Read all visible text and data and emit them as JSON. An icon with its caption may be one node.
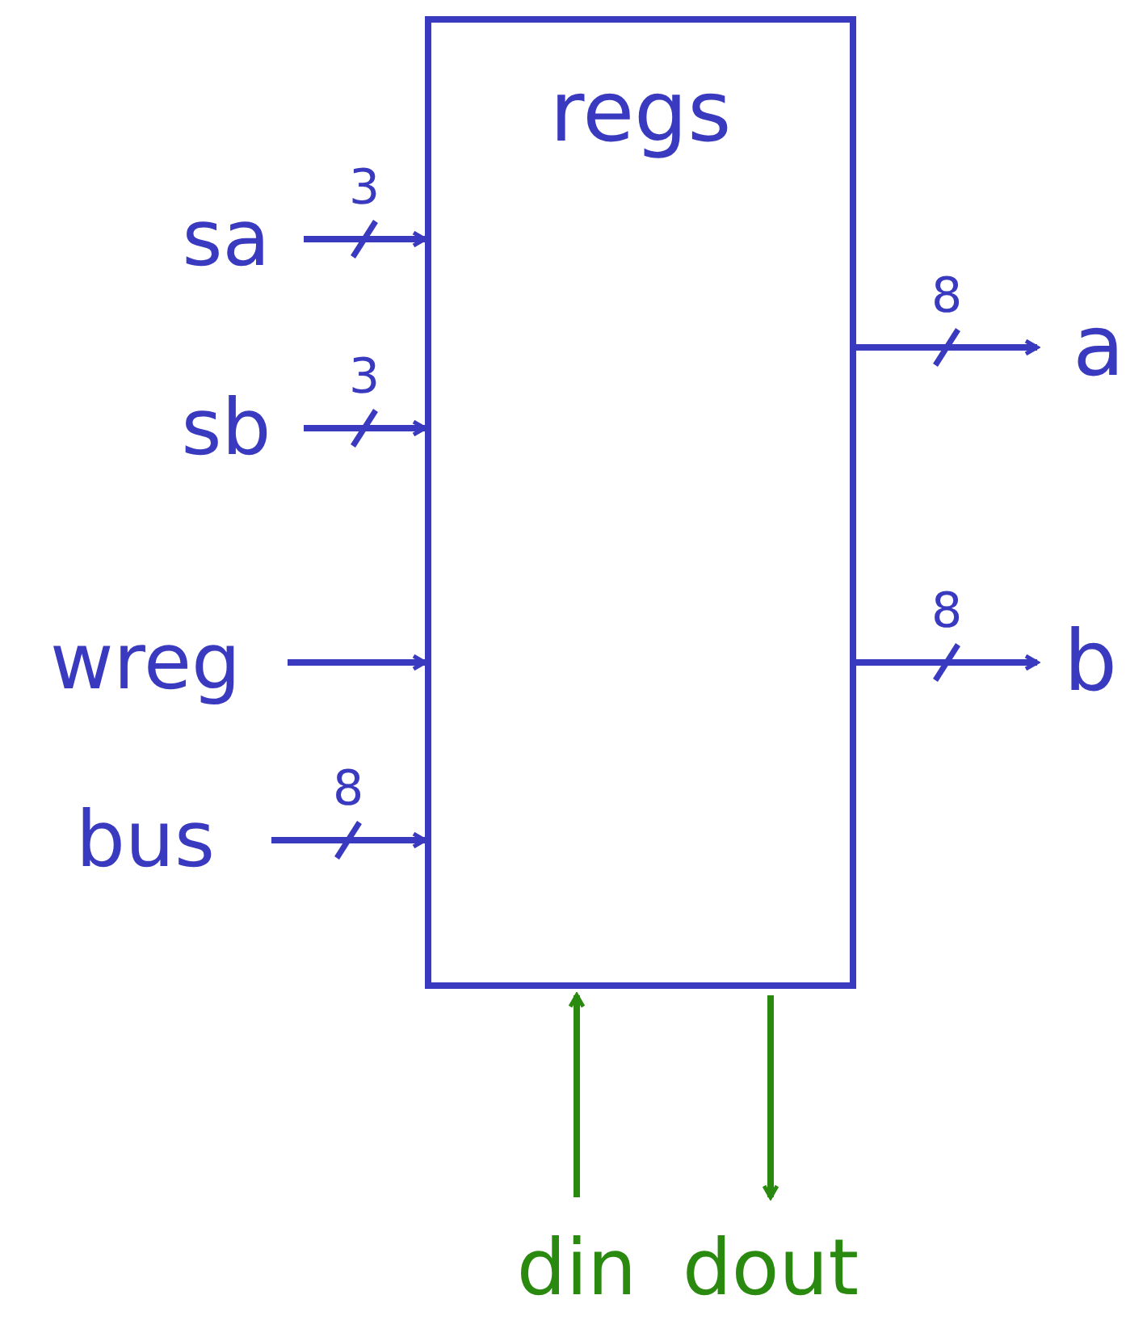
{
  "diagram": {
    "nodes": [
      {
        "text": [
          "regs"
        ]
      },
      {
        "text": [
          "sa"
        ]
      },
      {
        "text": [
          "sb"
        ]
      },
      {
        "text": [
          "wreg"
        ]
      },
      {
        "text": [
          "bus"
        ]
      },
      {
        "text": [
          "a"
        ]
      },
      {
        "text": [
          "b"
        ]
      },
      {
        "text": [
          "din"
        ]
      },
      {
        "text": [
          "dout"
        ]
      }
    ],
    "edges": [
      {
        "from": 1,
        "to": 0,
        "arrow": "to",
        "label": "3"
      },
      {
        "from": 2,
        "to": 0,
        "arrow": "to",
        "label": "3"
      },
      {
        "from": 3,
        "to": 0,
        "arrow": "to"
      },
      {
        "from": 4,
        "to": 0,
        "arrow": "to",
        "label": "8"
      },
      {
        "from": 0,
        "to": 5,
        "arrow": "to",
        "label": "8"
      },
      {
        "from": 0,
        "to": 6,
        "arrow": "to",
        "label": "8"
      },
      {
        "from": 7,
        "to": 0,
        "arrow": "to",
        "color": "#2a8a10"
      },
      {
        "from": 0,
        "to": 8,
        "arrow": "to",
        "color": "#2a8a10"
      }
    ]
  }
}
